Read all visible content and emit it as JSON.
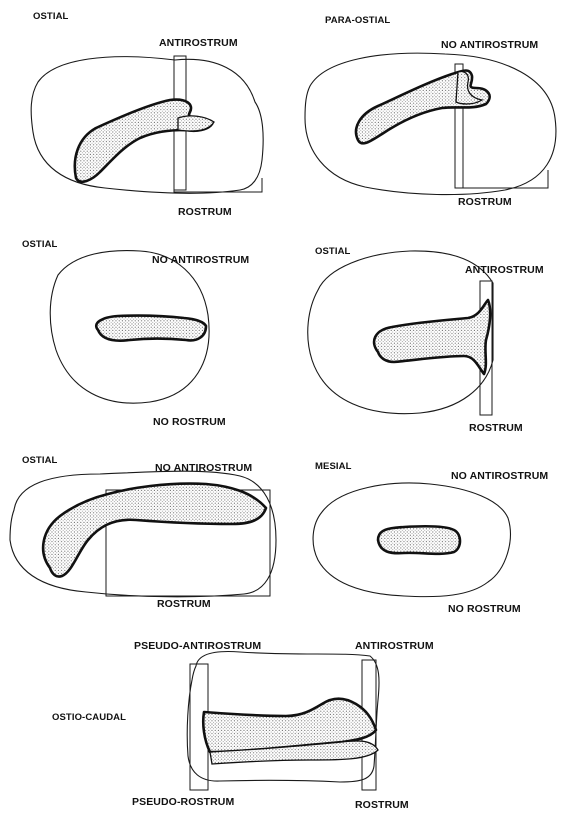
{
  "colors": {
    "ink": "#111111",
    "stipple": "#555555",
    "background": "#ffffff"
  },
  "panels": [
    {
      "id": "ostial-1",
      "type": "OSTIAL",
      "top_label": "ANTIROSTRUM",
      "bottom_label": "ROSTRUM"
    },
    {
      "id": "para-ostial",
      "type": "PARA-OSTIAL",
      "top_label": "NO ANTIROSTRUM",
      "bottom_label": "ROSTRUM"
    },
    {
      "id": "ostial-2",
      "type": "OSTIAL",
      "top_label": "NO ANTIROSTRUM",
      "bottom_label": "NO ROSTRUM"
    },
    {
      "id": "ostial-3",
      "type": "OSTIAL",
      "top_label": "ANTIROSTRUM",
      "bottom_label": "ROSTRUM"
    },
    {
      "id": "ostial-4",
      "type": "OSTIAL",
      "top_label": "NO ANTIROSTRUM",
      "bottom_label": "ROSTRUM"
    },
    {
      "id": "mesial",
      "type": "MESIAL",
      "top_label": "NO ANTIROSTRUM",
      "bottom_label": "NO ROSTRUM"
    },
    {
      "id": "ostio-caudal",
      "type": "OSTIO-CAUDAL",
      "top_left_label": "PSEUDO-ANTIROSTRUM",
      "top_right_label": "ANTIROSTRUM",
      "bottom_left_label": "PSEUDO-ROSTRUM",
      "bottom_right_label": "ROSTRUM"
    }
  ]
}
